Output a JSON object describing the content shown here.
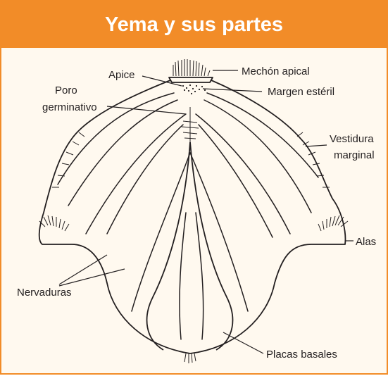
{
  "title": "Yema y sus partes",
  "colors": {
    "banner": "#f28c28",
    "background": "#fff9ef",
    "ink": "#231f20"
  },
  "labels": {
    "mechon_apical": "Mechón apical",
    "apice": "Apice",
    "margen_esteril": "Margen estéril",
    "poro_line1": "Poro",
    "poro_line2": "germinativo",
    "vestidura_line1": "Vestidura",
    "vestidura_line2": "marginal",
    "alas": "Alas",
    "nervaduras": "Nervaduras",
    "placas_basales": "Placas basales"
  }
}
